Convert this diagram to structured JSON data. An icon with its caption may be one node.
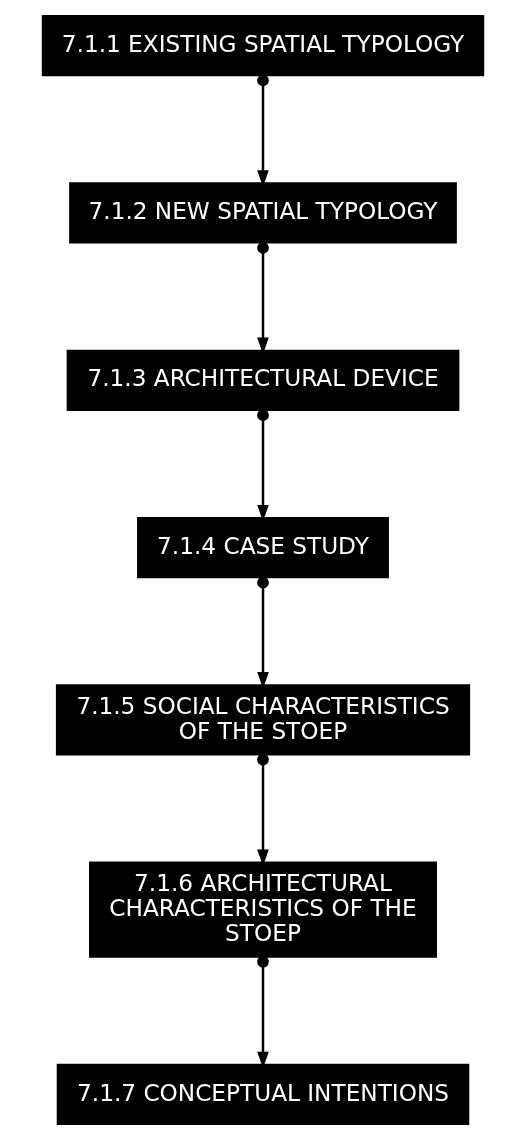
{
  "diagram": {
    "nodes": [
      {
        "text": [
          "7.1.1 EXISTING SPATIAL TYPOLOGY"
        ]
      },
      {
        "text": [
          "7.1.2 NEW SPATIAL TYPOLOGY"
        ]
      },
      {
        "text": [
          "7.1.3 ARCHITECTURAL DEVICE"
        ]
      },
      {
        "text": [
          "7.1.4 CASE STUDY"
        ]
      },
      {
        "text": [
          "7.1.5 SOCIAL CHARACTERISTICS OF THE STOEP"
        ]
      },
      {
        "text": [
          "7.1.6 ARCHITECTURAL CHARACTERISTICS OF THE STOEP"
        ]
      },
      {
        "text": [
          "7.1.7 CONCEPTUAL INTENTIONS"
        ]
      }
    ],
    "edges": [
      {
        "from": 0,
        "to": 1,
        "arrow": "to"
      },
      {
        "from": 1,
        "to": 2,
        "arrow": "to"
      },
      {
        "from": 2,
        "to": 3,
        "arrow": "to"
      },
      {
        "from": 3,
        "to": 4,
        "arrow": "to"
      },
      {
        "from": 4,
        "to": 5,
        "arrow": "to"
      },
      {
        "from": 5,
        "to": 6,
        "arrow": "to"
      }
    ]
  }
}
